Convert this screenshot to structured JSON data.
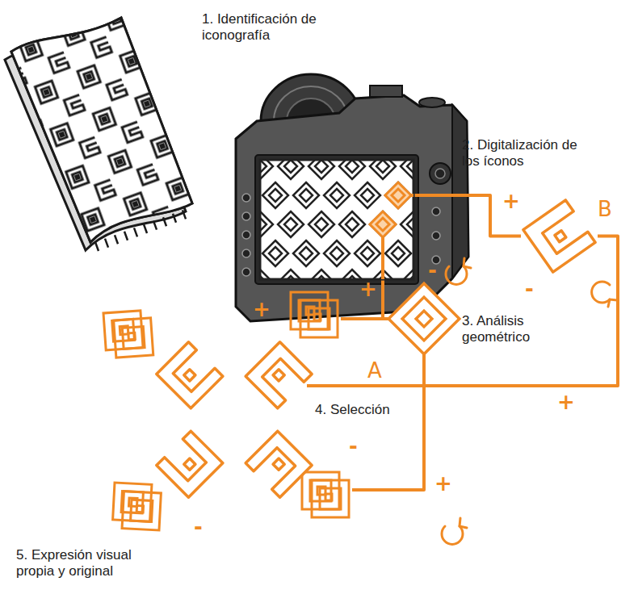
{
  "diagram": {
    "nodes": [
      {
        "text": [
          "2. Digitalización de los íconos"
        ]
      },
      {
        "text": [
          "B"
        ]
      },
      {
        "text": [
          "A",
          "3. Análisis geométrico"
        ]
      },
      {
        "text": [
          "4. Selección"
        ]
      }
    ],
    "edges": [
      {
        "from": 0,
        "to": 1,
        "arrow": "none"
      },
      {
        "from": 0,
        "to": 2,
        "arrow": "none"
      },
      {
        "from": 1,
        "to": 3,
        "arrow": "none"
      }
    ],
    "labels": [
      "1. Identificación de iconografía",
      "+",
      "-",
      "+",
      "-",
      "+",
      "+",
      "-",
      "+",
      "-",
      "5. Expresión visual propia y original"
    ]
  }
}
